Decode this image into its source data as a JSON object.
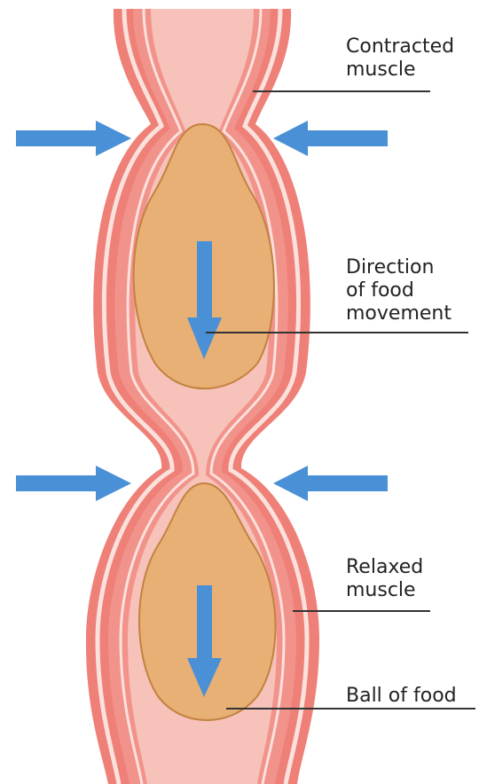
{
  "labels": {
    "contracted_muscle": "Contracted\nmuscle",
    "direction": "Direction\nof food\nmovement",
    "relaxed_muscle": "Relaxed\nmuscle",
    "ball_of_food": "Ball of food"
  },
  "colors": {
    "outer_muscle": "#ee8078",
    "muscle_stripe": "#fbe1dc",
    "inner_wall": "#f2938b",
    "lumen": "#f6c2b9",
    "food_fill": "#e8b075",
    "food_edge": "#c2823f",
    "arrow": "#4a90d6",
    "leader_line": "#333333"
  },
  "icons": {
    "squeeze_arrow": "arrow-right-icon",
    "food_arrow": "arrow-down-icon"
  }
}
